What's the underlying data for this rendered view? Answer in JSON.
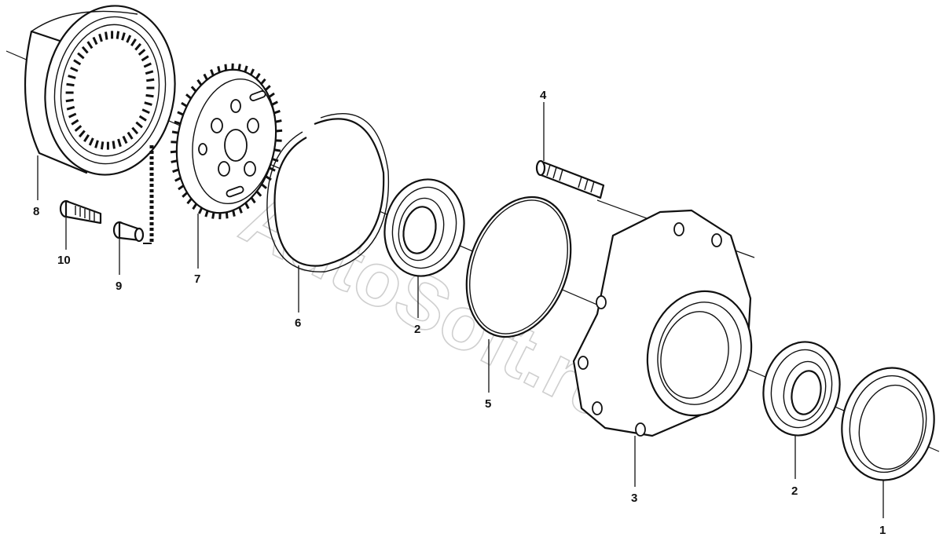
{
  "watermark": "AutoSoft.ru",
  "callouts": [
    {
      "id": "callout-8",
      "label": "8"
    },
    {
      "id": "callout-10",
      "label": "10"
    },
    {
      "id": "callout-9",
      "label": "9"
    },
    {
      "id": "callout-7",
      "label": "7"
    },
    {
      "id": "callout-6",
      "label": "6"
    },
    {
      "id": "callout-2a",
      "label": "2"
    },
    {
      "id": "callout-4",
      "label": "4"
    },
    {
      "id": "callout-5",
      "label": "5"
    },
    {
      "id": "callout-3",
      "label": "3"
    },
    {
      "id": "callout-2b",
      "label": "2"
    },
    {
      "id": "callout-1",
      "label": "1"
    }
  ]
}
